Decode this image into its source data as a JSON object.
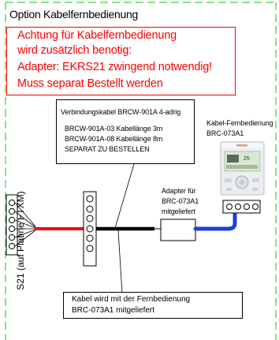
{
  "title": "Option Kabelfernbedienung",
  "warning": {
    "lines": [
      "Achtung für Kabelfernbedienung",
      "wird zusätzlich benotig:",
      "Adapter: EKRS21 zwingend notwendig!",
      "Muss separat Bestellt werden"
    ]
  },
  "cable_info": {
    "header": "Verbindungskabel  BRCW-901A 4-adrig",
    "line1": "BRCW-901A-03 Kabellänge 3m",
    "line2": "BRCW-901A-08 Kabellänge 8m",
    "line3": "SEPARAT ZU BESTELLEN"
  },
  "remote": {
    "label_line1": "Kabel-Fernbedienung",
    "label_line2": "BRC-073A1",
    "display_value": "25"
  },
  "adapter": {
    "line1": "Adapter für",
    "line2": "BRC-073A1",
    "line3": "mitgeliefert"
  },
  "s21_label": "S21 (auf Platine FTXM)",
  "included_note": {
    "line1": "Kabel wird mit  der Fernbedienung",
    "line2": "BRC-073A1 mitgeliefert"
  },
  "colors": {
    "frame_dash": "#00cc00",
    "warning_red": "#ff0000",
    "wire_red": "#ff0000",
    "wire_black": "#000000",
    "wire_blue": "#1f3fd6",
    "remote_body": "#e9ecef",
    "remote_screen": "#d8e9cf"
  }
}
